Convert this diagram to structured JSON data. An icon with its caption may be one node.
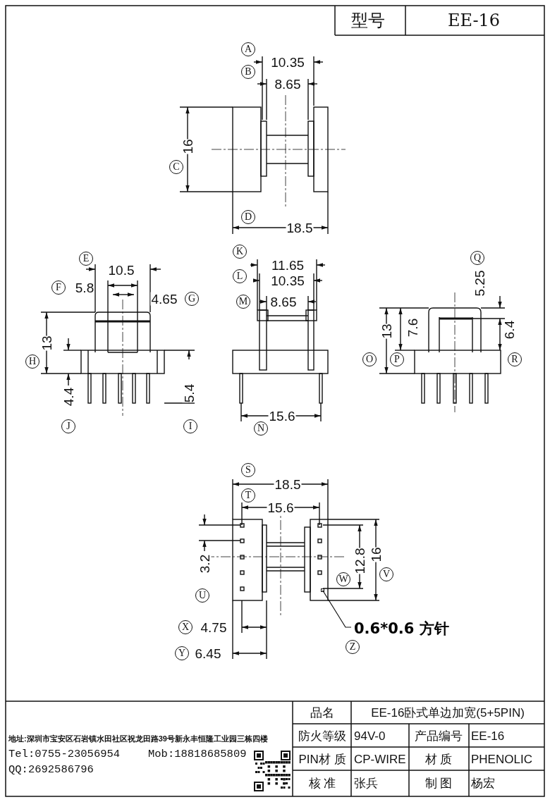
{
  "diagram": {
    "nodes": [
      {
        "text": [
          "0.6*0.6 方针"
        ],
        "beside": [
          "Z"
        ]
      },
      {
        "text": [],
        "shape": "box"
      }
    ],
    "edges": [
      {
        "from": 0,
        "to": 1,
        "arrow": "none"
      }
    ],
    "labels": [
      "型号",
      "EE-16",
      "A",
      "10.35",
      "B",
      "8.65",
      "16",
      "C",
      "D",
      "18.5",
      "E",
      "10.5",
      "F",
      "5.8",
      "4.65",
      "G",
      "K",
      "11.65",
      "L",
      "10.35",
      "M",
      "8.65",
      "Q",
      "5.25",
      "13",
      "H",
      "13",
      "7.6",
      "6.4",
      "O",
      "P",
      "R",
      "4.4",
      "5.4",
      "J",
      "I",
      "15.6",
      "N",
      "S",
      "18.5",
      "T",
      "15.6",
      "3.2",
      "12.8",
      "16",
      "V",
      "W",
      "U",
      "X",
      "4.75",
      "Y",
      "6.45",
      "地址:深圳市宝安区石岩镇水田社区祝龙田路39号新永丰恒隆工业园三栋四楼",
      "Tel:0755-23056954",
      "Mob:18818685809",
      "QQ:2692586796",
      "品名",
      "EE-16卧式单边加宽(5+5PIN)",
      "防火等级",
      "94V-0",
      "产品编号",
      "EE-16",
      "PIN材 质",
      "CP-WIRE",
      "材 质",
      "PHENOLIC",
      "核 准",
      "张兵",
      "制 图",
      "杨宏"
    ]
  }
}
